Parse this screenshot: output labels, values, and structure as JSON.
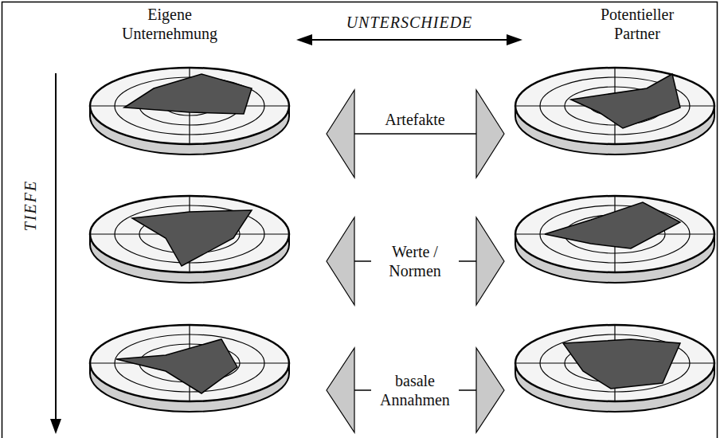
{
  "diagram": {
    "labels": [
      "Eigene Unternehmung",
      "UNTERSCHIEDE",
      "Potentieller Partner",
      "TIEFE",
      "Artefakte",
      "Werte / Normen",
      "basale Annahmen"
    ]
  }
}
